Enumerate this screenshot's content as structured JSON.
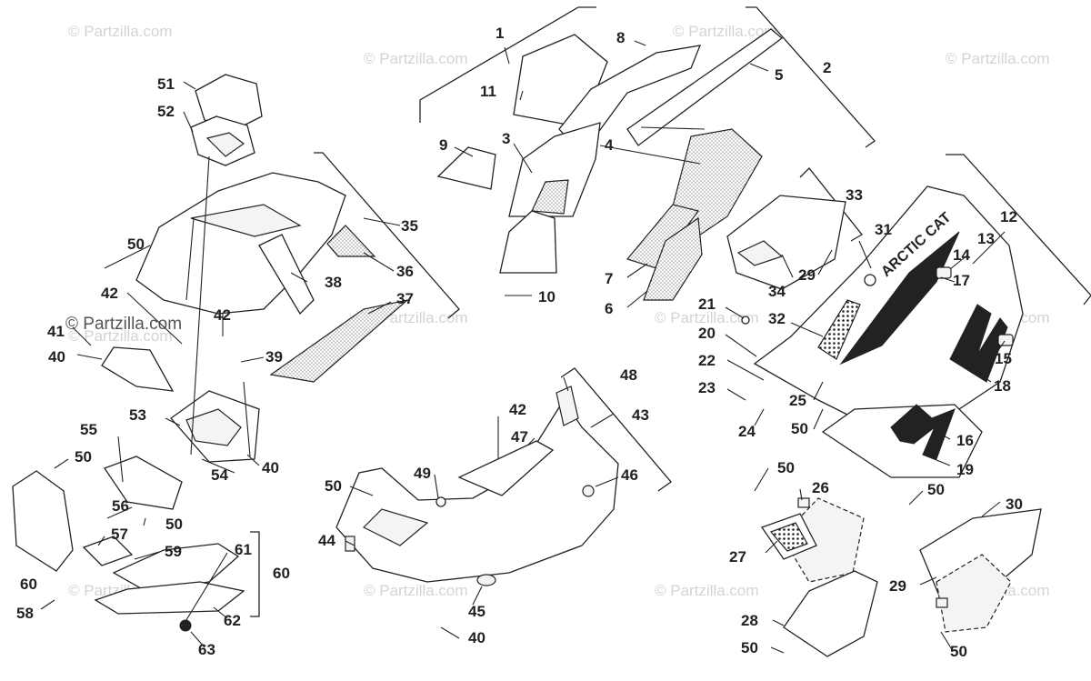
{
  "watermark": {
    "text": "© Partzilla.com",
    "emphasized_text": "© Partzilla.com"
  },
  "decal_text": "ARCTIC CAT",
  "callouts": [
    "1",
    "2",
    "3",
    "4",
    "5",
    "6",
    "7",
    "8",
    "9",
    "10",
    "11",
    "12",
    "13",
    "14",
    "15",
    "16",
    "17",
    "18",
    "19",
    "20",
    "21",
    "22",
    "23",
    "24",
    "25",
    "26",
    "27",
    "28",
    "29",
    "30",
    "31",
    "32",
    "33",
    "34",
    "35",
    "36",
    "37",
    "38",
    "39",
    "40",
    "41",
    "42",
    "43",
    "44",
    "45",
    "46",
    "47",
    "48",
    "49",
    "50",
    "51",
    "52",
    "53",
    "54",
    "55",
    "56",
    "57",
    "58",
    "59",
    "60",
    "61",
    "62",
    "63"
  ],
  "colors": {
    "line": "#222222",
    "watermark": "#d4d4d4",
    "background": "#ffffff"
  }
}
